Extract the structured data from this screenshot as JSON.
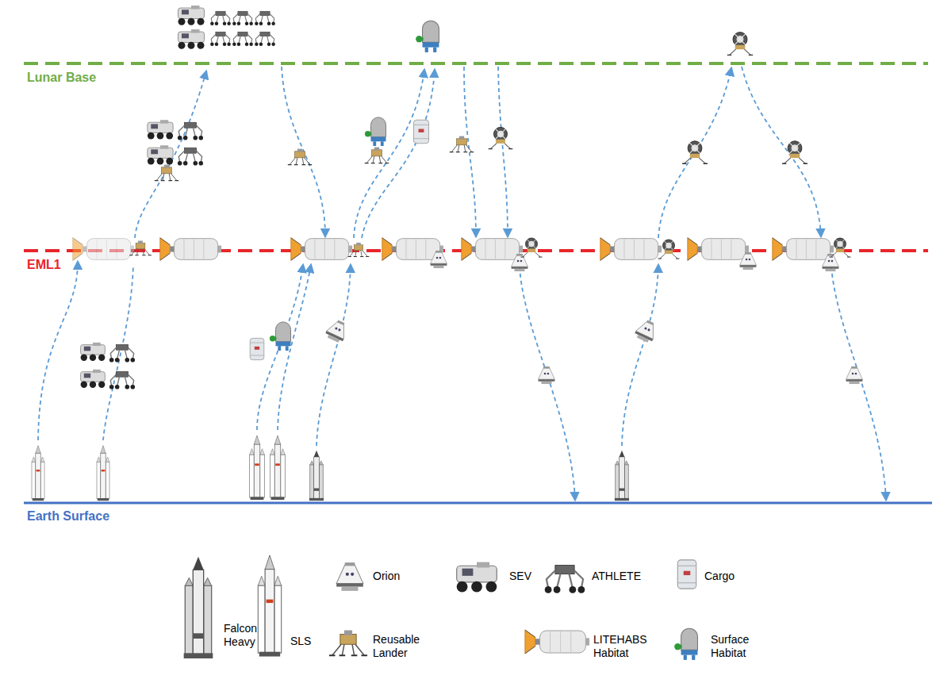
{
  "diagram": {
    "labels": [
      "Lunar Base",
      "EML1",
      "Earth Surface"
    ],
    "legend": [
      {
        "text": "Falcon Heavy"
      },
      {
        "text": "SLS"
      },
      {
        "text": "Orion"
      },
      {
        "text": "SEV"
      },
      {
        "text": "ATHLETE"
      },
      {
        "text": "Cargo"
      },
      {
        "text": "Reusable Lander"
      },
      {
        "text": "LITEHABS Habitat"
      },
      {
        "text": "Surface Habitat"
      }
    ]
  }
}
